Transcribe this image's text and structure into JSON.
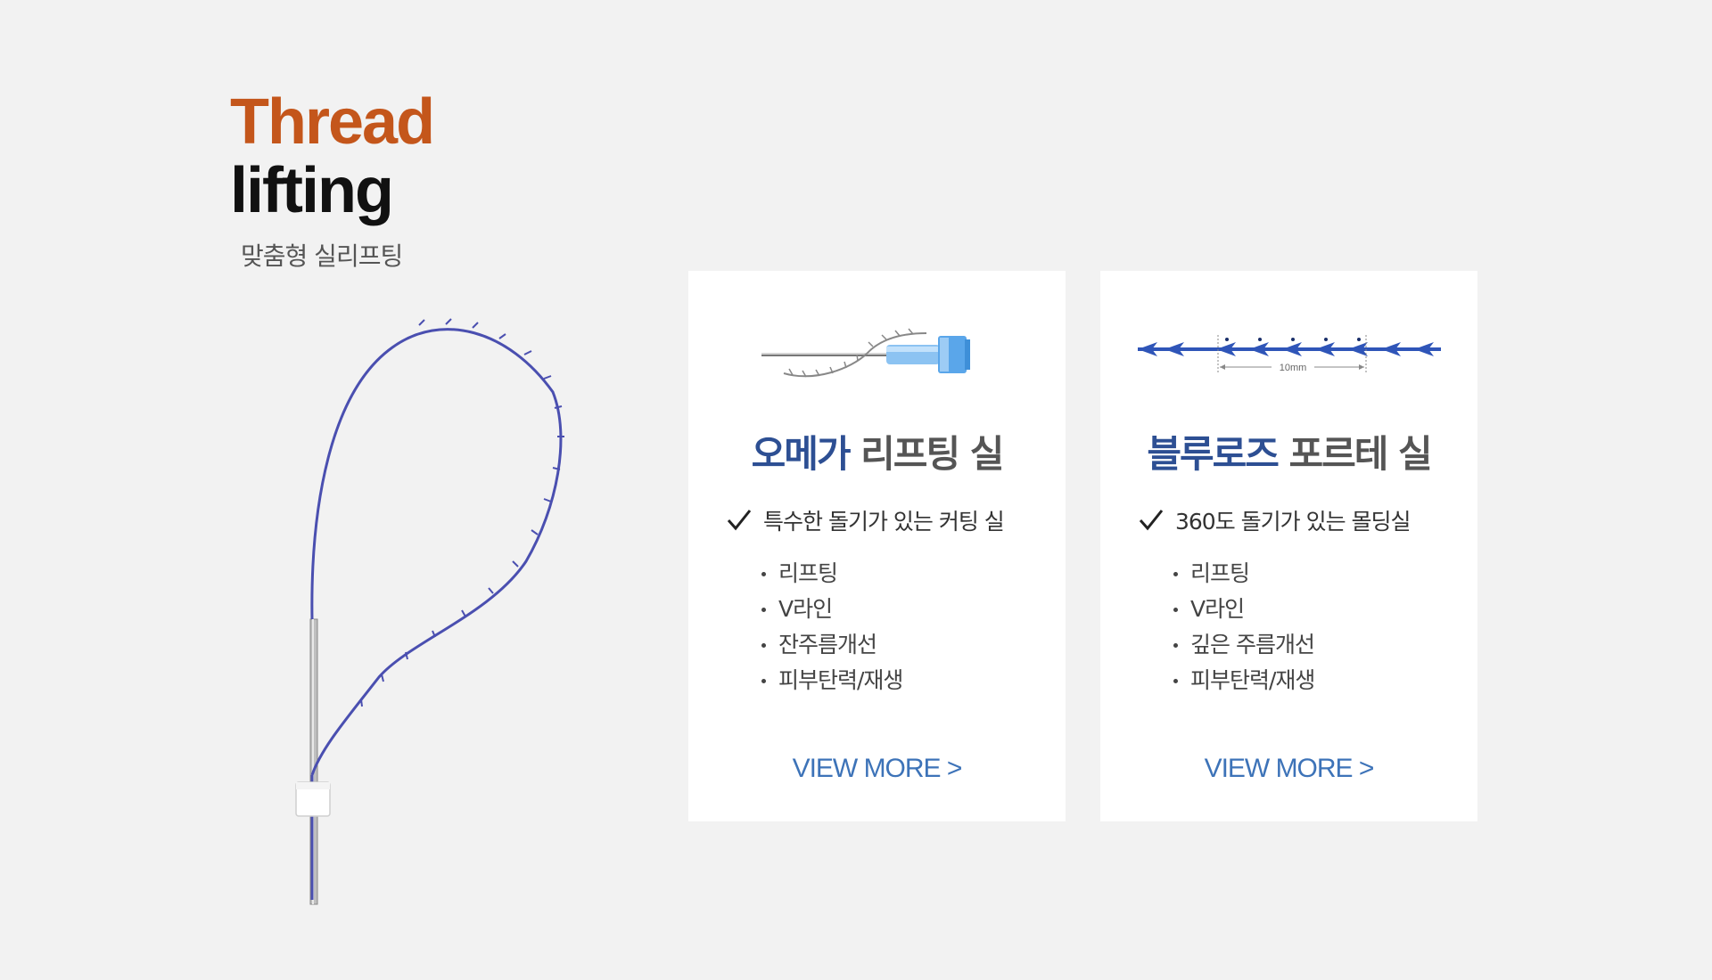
{
  "hero": {
    "title_line1": "Thread",
    "title_line2": "lifting",
    "subtitle": "맞춤형 실리프팅"
  },
  "colors": {
    "accent_orange": "#c4561b",
    "accent_blue": "#2d4f93",
    "link_blue": "#3d73b8",
    "thread_purple": "#4a4fb0",
    "background": "#f2f2f2"
  },
  "cards": [
    {
      "title_accent": "오메가",
      "title_rest": "리프팅 실",
      "check_text": "특수한 돌기가 있는 커팅 실",
      "items": [
        "리프팅",
        "V라인",
        "잔주름개선",
        "피부탄력/재생"
      ],
      "view_more": "VIEW MORE  >",
      "image_icon": "cog-needle-thread-icon"
    },
    {
      "title_accent": "블루로즈",
      "title_rest": "포르테 실",
      "check_text": "360도 돌기가 있는 몰딩실",
      "items": [
        "리프팅",
        "V라인",
        "깊은 주름개선",
        "피부탄력/재생"
      ],
      "view_more": "VIEW MORE  >",
      "image_icon": "barbed-thread-icon",
      "image_label": "10mm"
    }
  ]
}
